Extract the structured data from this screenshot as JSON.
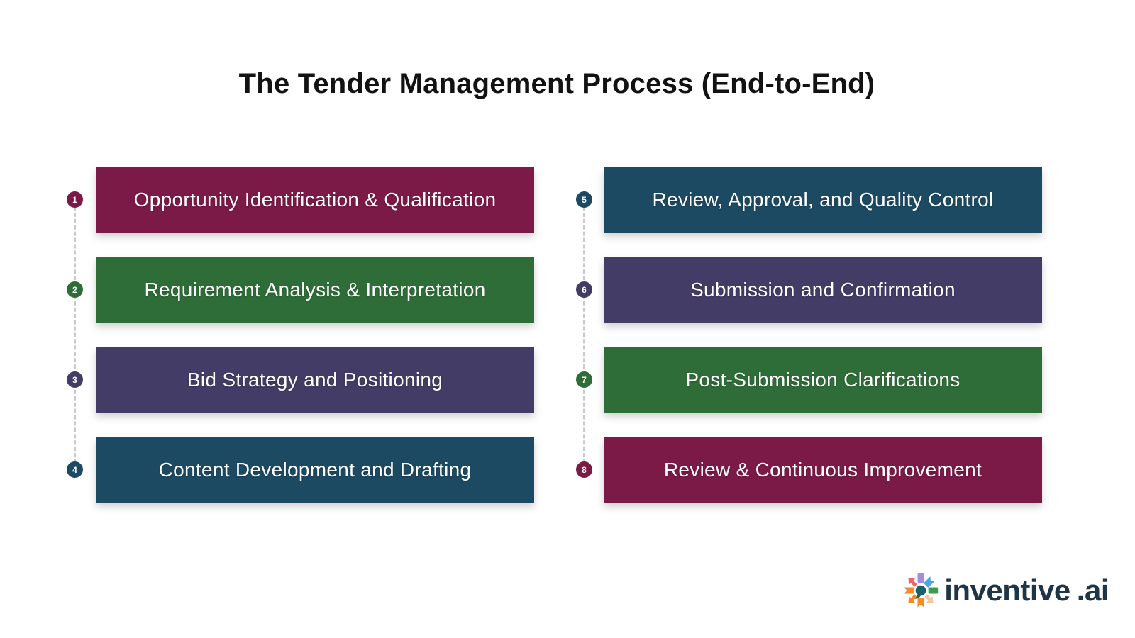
{
  "title": "The Tender Management Process (End-to-End)",
  "steps": [
    {
      "num": "1",
      "label": "Opportunity Identification & Qualification",
      "color": "#7b1a47"
    },
    {
      "num": "2",
      "label": "Requirement Analysis & Interpretation",
      "color": "#2f6d38"
    },
    {
      "num": "3",
      "label": "Bid Strategy and Positioning",
      "color": "#433c66"
    },
    {
      "num": "4",
      "label": "Content Development and Drafting",
      "color": "#1c4a63"
    },
    {
      "num": "5",
      "label": "Review, Approval, and Quality Control",
      "color": "#1c4a63"
    },
    {
      "num": "6",
      "label": "Submission and Confirmation",
      "color": "#433c66"
    },
    {
      "num": "7",
      "label": "Post-Submission Clarifications",
      "color": "#2f6d38"
    },
    {
      "num": "8",
      "label": "Review & Continuous Improvement",
      "color": "#7b1a47"
    }
  ],
  "logo": {
    "brand": "inventive",
    "tld": ".ai",
    "text_color": "#1e3547",
    "icon_colors": {
      "purple": "#a98ae3",
      "blue": "#4ba5e8",
      "green": "#3b9d4c",
      "peach": "#f4c79e",
      "orange": "#f68b1f",
      "red": "#f4606c",
      "teal": "#16616d"
    }
  }
}
